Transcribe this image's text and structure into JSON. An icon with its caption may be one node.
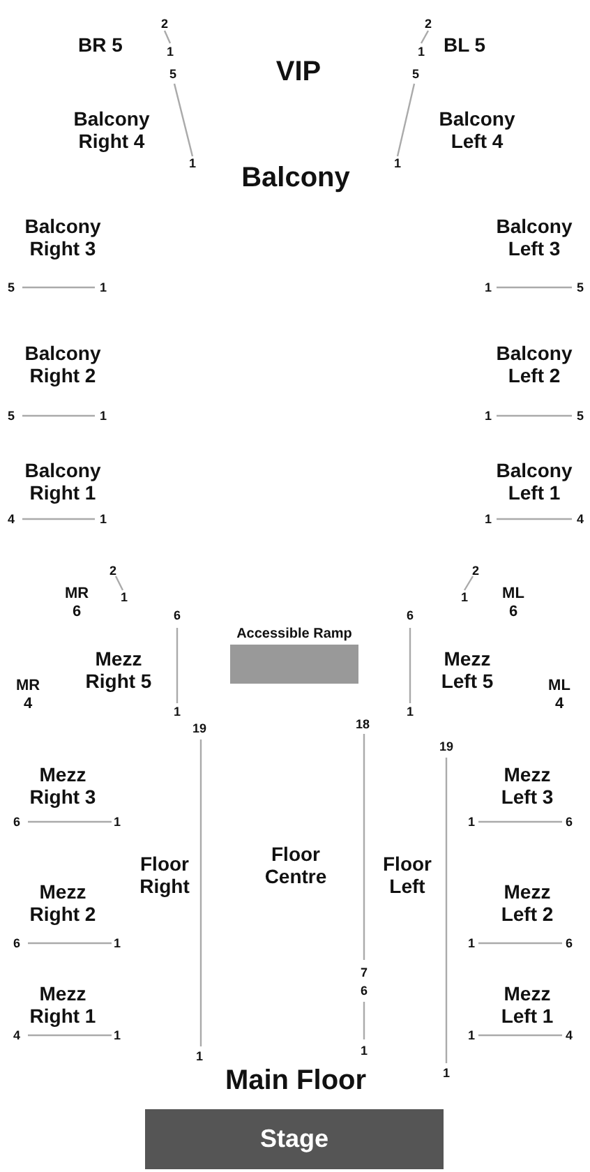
{
  "diagram": {
    "nodes": [
      {
        "text": [
          "Accessible Ramp"
        ]
      },
      {
        "text": [
          "Stage"
        ]
      }
    ],
    "labels": [
      "2",
      "2",
      "BR 5",
      "1",
      "1",
      "BL 5",
      "5",
      "VIP",
      "5",
      "Balcony Right 4",
      "Balcony Left 4",
      "1",
      "1",
      "Balcony",
      "Balcony Right 3",
      "Balcony Left 3",
      "5",
      "1",
      "1",
      "5",
      "Balcony Right 2",
      "Balcony Left 2",
      "5",
      "1",
      "1",
      "5",
      "Balcony Right 1",
      "Balcony Left 1",
      "4",
      "1",
      "1",
      "4",
      "2",
      "2",
      "MR 6",
      "1",
      "1",
      "ML 6",
      "6",
      "6",
      "Mezz Right 5",
      "Mezz Left 5",
      "MR 4",
      "ML 4",
      "1",
      "1",
      "19",
      "18",
      "19",
      "Mezz Right 3",
      "Mezz Left 3",
      "6",
      "1",
      "1",
      "6",
      "Floor Right",
      "Floor Centre",
      "Floor Left",
      "Mezz Right 2",
      "Mezz Left 2",
      "6",
      "1",
      "1",
      "6",
      "7",
      "6",
      "Mezz Right 1",
      "Mezz Left 1",
      "4",
      "1",
      "1",
      "4",
      "1",
      "1",
      "1",
      "Main Floor"
    ]
  }
}
